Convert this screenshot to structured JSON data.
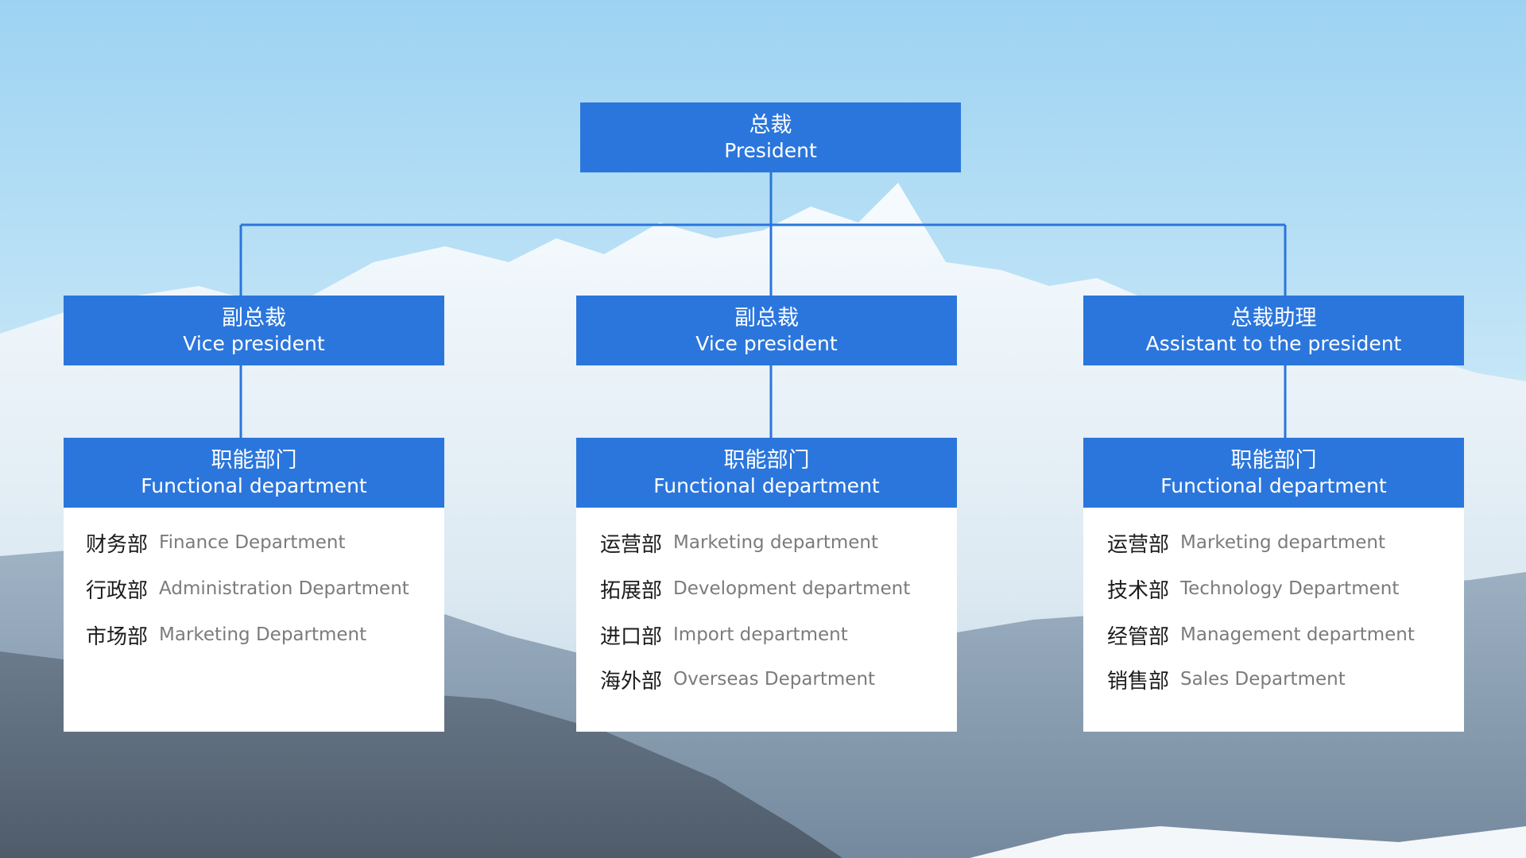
{
  "colors": {
    "box_fill": "#2b76dc",
    "box_text": "#ffffff",
    "connector": "#2b76dc",
    "panel_fill": "#ffffff",
    "item_zh": "#1c1c1c",
    "item_en": "#7b7b7b"
  },
  "top": {
    "zh": "总裁",
    "en": "President"
  },
  "branches": [
    {
      "head": {
        "zh": "副总裁",
        "en": "Vice president"
      },
      "dept": {
        "zh": "职能部门",
        "en": "Functional department"
      },
      "items": [
        {
          "zh": "财务部",
          "en": "Finance Department"
        },
        {
          "zh": "行政部",
          "en": "Administration Department"
        },
        {
          "zh": "市场部",
          "en": "Marketing Department"
        }
      ]
    },
    {
      "head": {
        "zh": "副总裁",
        "en": "Vice president"
      },
      "dept": {
        "zh": "职能部门",
        "en": "Functional department"
      },
      "items": [
        {
          "zh": "运营部",
          "en": "Marketing department"
        },
        {
          "zh": "拓展部",
          "en": "Development department"
        },
        {
          "zh": "进口部",
          "en": "Import department"
        },
        {
          "zh": "海外部",
          "en": "Overseas Department"
        }
      ]
    },
    {
      "head": {
        "zh": "总裁助理",
        "en": "Assistant to the president"
      },
      "dept": {
        "zh": "职能部门",
        "en": "Functional department"
      },
      "items": [
        {
          "zh": "运营部",
          "en": "Marketing department"
        },
        {
          "zh": "技术部",
          "en": "Technology Department"
        },
        {
          "zh": "经管部",
          "en": "Management department"
        },
        {
          "zh": "销售部",
          "en": "Sales Department"
        }
      ]
    }
  ]
}
